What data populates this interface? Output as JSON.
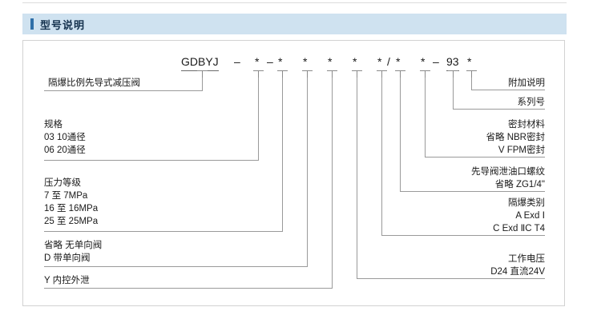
{
  "section": {
    "title": "型号说明"
  },
  "code_line": {
    "model": "GDBYJ",
    "segments": [
      "–",
      "*",
      "–",
      "*",
      "*",
      "*",
      "*",
      "*",
      "/",
      "*",
      "*",
      "–",
      "93",
      "*"
    ]
  },
  "left_labels": [
    {
      "id": "product-name",
      "rows": [
        "隔爆比例先导式减压阀"
      ]
    },
    {
      "id": "specification",
      "rows": [
        "规格",
        "03  10通径",
        "06  20通径"
      ]
    },
    {
      "id": "pressure-rating",
      "rows": [
        "压力等级",
        "7       至 7MPa",
        "16     至 16MPa",
        "25     至 25MPa"
      ]
    },
    {
      "id": "check-valve",
      "rows": [
        "省略  无单向阀",
        "D       带单向阀"
      ]
    },
    {
      "id": "internal-control",
      "rows": [
        "Y       内控外泄"
      ]
    }
  ],
  "right_labels": [
    {
      "id": "additional-note",
      "rows": [
        "附加说明"
      ]
    },
    {
      "id": "series-number",
      "rows": [
        "系列号"
      ]
    },
    {
      "id": "seal-material",
      "rows": [
        "密封材料",
        "省略   NBR密封",
        "V      FPM密封"
      ]
    },
    {
      "id": "pilot-drain-thread",
      "rows": [
        "先导阀泄油口螺纹",
        "省略          ZG1/4\""
      ]
    },
    {
      "id": "explosion-proof-class",
      "rows": [
        "隔爆类别",
        "A              Exd Ⅰ",
        "C   Exd ⅡC T4"
      ]
    },
    {
      "id": "working-voltage",
      "rows": [
        "工作电压",
        "D24    直流24V"
      ]
    }
  ],
  "colors": {
    "header_bg": "#cfe2f0",
    "header_accent": "#2f6fa8",
    "header_text": "#14314d",
    "line": "#9a9a9a",
    "border": "#d2d2d2",
    "text": "#1a1a1a"
  }
}
